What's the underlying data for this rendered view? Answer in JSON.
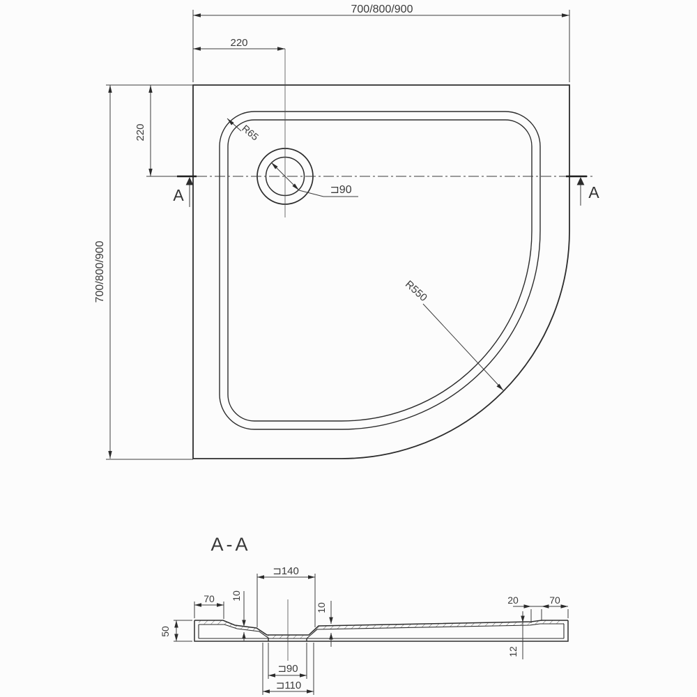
{
  "drawing_title": "A-A",
  "colors": {
    "ink": "#2c2c2c",
    "dim_line": "#3c3c3c",
    "text": "#3b3b3b",
    "background": "#fcfcfc"
  },
  "plan": {
    "width_label": "700/800/900",
    "height_label": "700/800/900",
    "drain_offset_x": "220",
    "drain_offset_y": "220",
    "corner_radius": "R65",
    "drain_diameter": "⊐90",
    "front_radius": "R550",
    "section_letter_left": "A",
    "section_letter_right": "A"
  },
  "section": {
    "title": "A-A",
    "recess_diameter": "⊐140",
    "rim_width_left": "70",
    "recess_depth_left": "10",
    "floor_depth_mid": "10",
    "tray_height": "50",
    "transition_width": "20",
    "rim_width_right": "70",
    "skirt_height": "12",
    "drain_hole_diameter": "⊐90",
    "drain_flange_diameter": "⊐110"
  }
}
